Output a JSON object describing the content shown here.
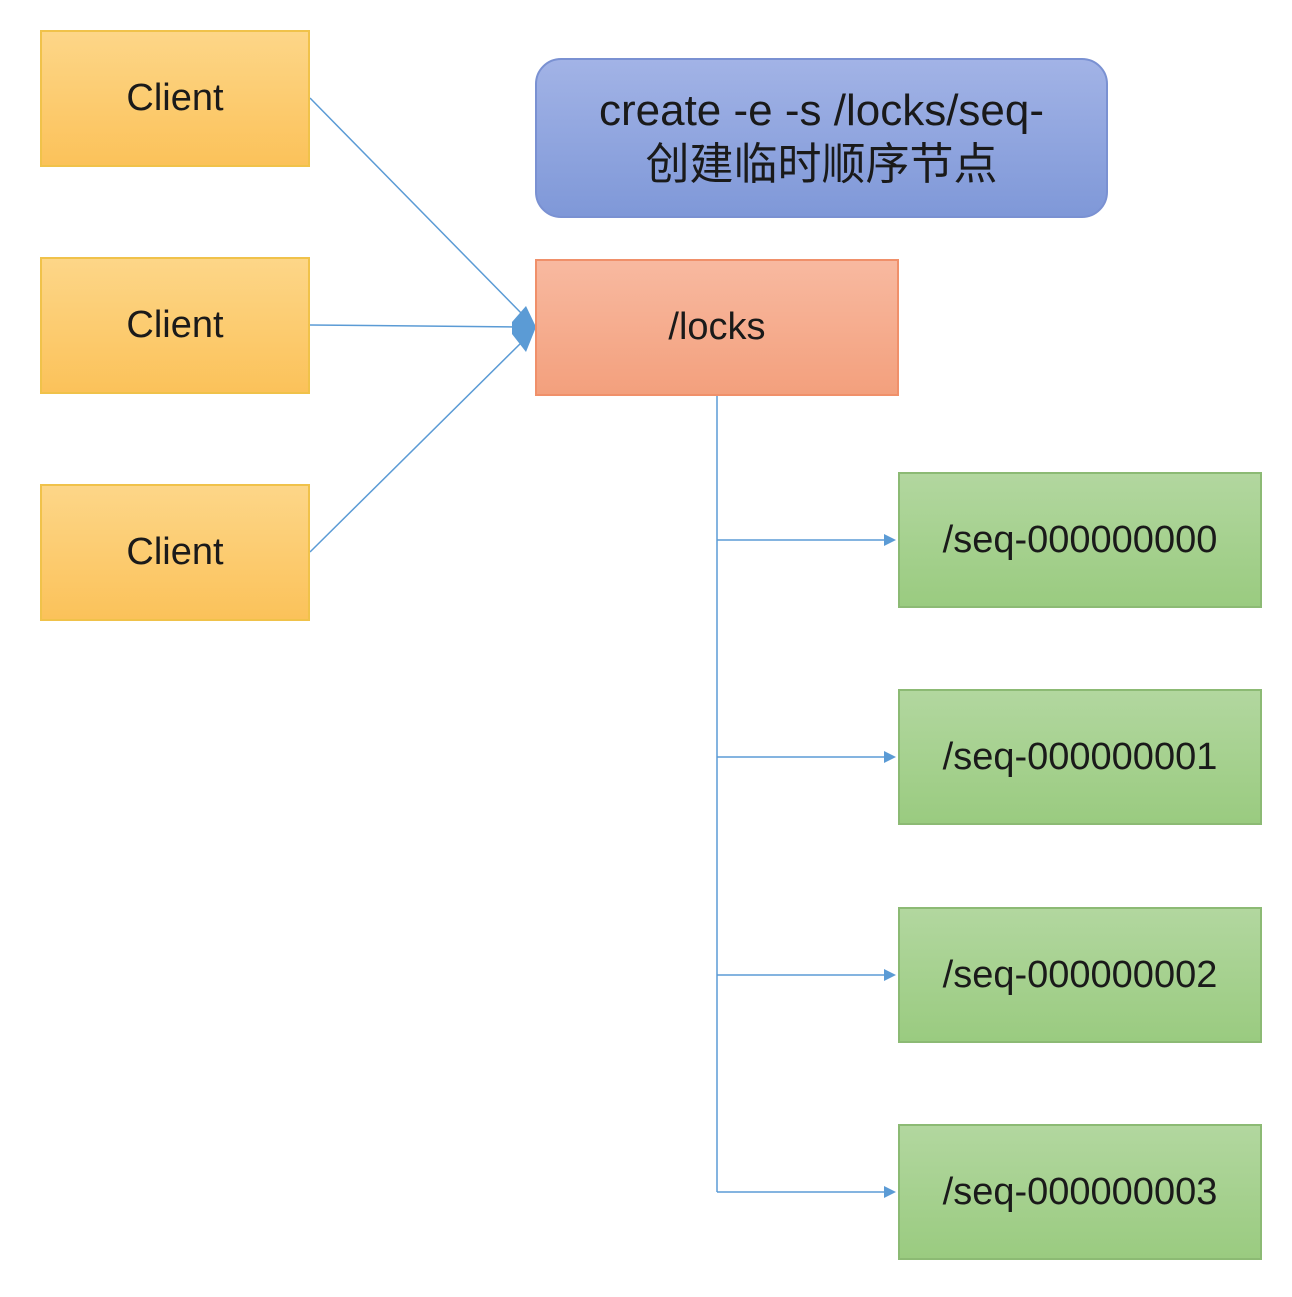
{
  "clients": [
    {
      "label": "Client"
    },
    {
      "label": "Client"
    },
    {
      "label": "Client"
    }
  ],
  "command": {
    "line1": "create -e -s /locks/seq-",
    "line2": "创建临时顺序节点"
  },
  "locks_node": {
    "label": "/locks"
  },
  "seq_nodes": [
    {
      "label": "/seq-000000000"
    },
    {
      "label": "/seq-000000001"
    },
    {
      "label": "/seq-000000002"
    },
    {
      "label": "/seq-000000003"
    }
  ],
  "colors": {
    "client_fill": "#fbc25a",
    "command_fill": "#8fa5de",
    "locks_fill": "#f5a983",
    "seq_fill": "#a5d08d",
    "connector": "#5b9bd5"
  }
}
